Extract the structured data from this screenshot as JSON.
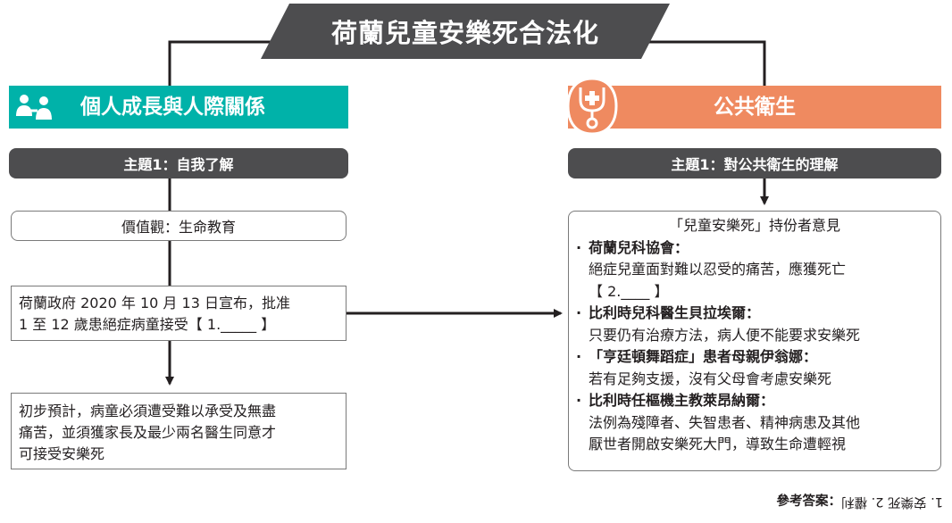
{
  "title": "荷蘭兒童安樂死合法化",
  "left": {
    "category": "個人成長與人際關係",
    "category_icon": "people-icon",
    "theme": "主題1：自我了解",
    "values_box": "價值觀：生命教育",
    "news_box": {
      "line1": "荷蘭政府 2020 年 10 月 13 日宣布，批准",
      "line2": "1 至 12 歲患絕症病童接受【 1._____ 】"
    },
    "result_box": {
      "line1": "初步預計，病童必須遭受難以承受及無盡",
      "line2": "痛苦，並須獲家長及最少兩名醫生同意才",
      "line3": "可接受安樂死"
    }
  },
  "right": {
    "category": "公共衛生",
    "category_icon": "stethoscope-cross-icon",
    "theme": "主題1：對公共衛生的理解",
    "opinions": {
      "title": "「兒童安樂死」持份者意見",
      "items": [
        {
          "name": "荷蘭兒科協會：",
          "view": "絕症兒童面對難以忍受的痛苦，應獲死亡",
          "cont": "【 2.____ 】"
        },
        {
          "name": "比利時兒科醫生貝拉埃爾：",
          "view": "只要仍有治療方法，病人便不能要求安樂死",
          "cont": ""
        },
        {
          "name": "「亨廷頓舞蹈症」患者母親伊翁娜：",
          "view": "若有足夠支援，沒有父母會考慮安樂死",
          "cont": ""
        },
        {
          "name": "比利時任樞機主教萊昂納爾：",
          "view": "法例為殘障者、失智患者、精神病患及其他",
          "cont": "厭世者開啟安樂死大門，導致生命遭輕視"
        }
      ]
    }
  },
  "answer": {
    "label": "參考答案：",
    "text": "1. 安樂死 2. 權利"
  },
  "colors": {
    "teal": "#00b2a9",
    "orange": "#ef8a60",
    "dark_gray": "#4d4d4f",
    "line": "#231f20"
  }
}
